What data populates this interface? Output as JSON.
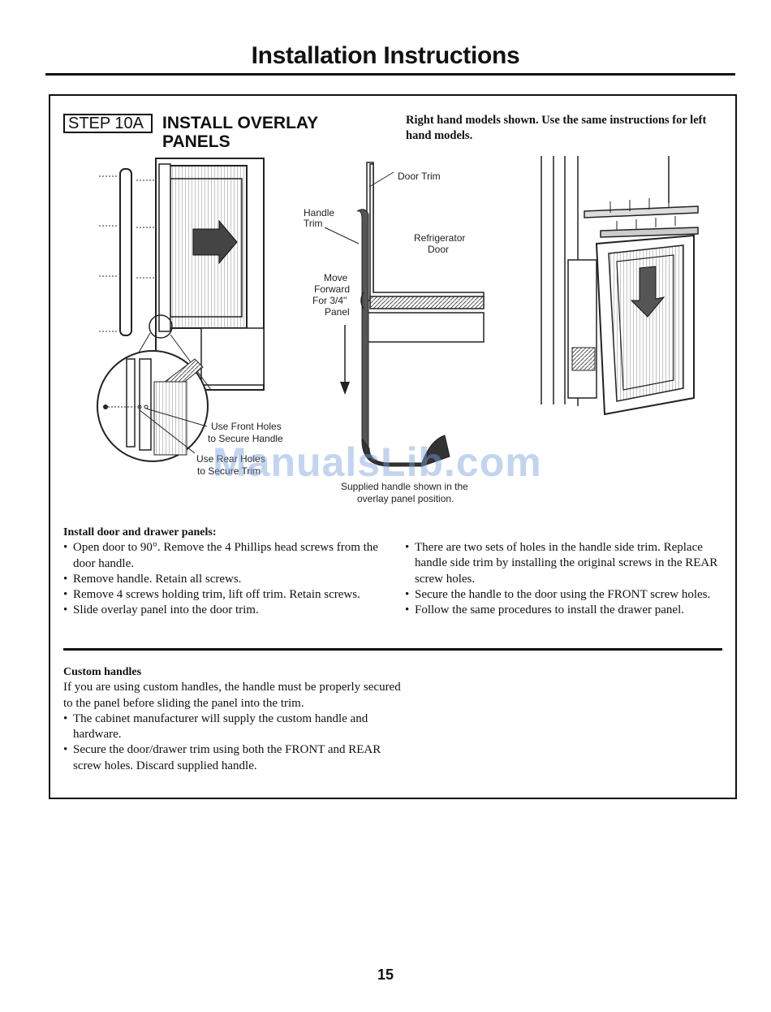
{
  "header": {
    "title": "Installation Instructions"
  },
  "step": {
    "number": "STEP 10A",
    "title_line1": "INSTALL OVERLAY",
    "title_line2": "PANELS"
  },
  "note": "Right hand models shown. Use the same instructions for left hand models.",
  "figure_labels": {
    "door_trim": "Door Trim",
    "handle": "Handle",
    "trim": "Trim",
    "refrigerator": "Refrigerator",
    "door": "Door",
    "move": "Move",
    "forward": "Forward",
    "for_34": "For 3/4\"",
    "panel": "Panel",
    "front_holes_1": "Use Front Holes",
    "front_holes_2": "to Secure Handle",
    "rear_holes_1": "Use Rear Holes",
    "rear_holes_2": "to Secure Trim",
    "supplied_1": "Supplied handle shown in the",
    "supplied_2": "overlay panel position."
  },
  "watermark": "ManualsLib.com",
  "install": {
    "heading": "Install door and drawer panels:",
    "left_items": [
      "Open door to 90°. Remove the 4 Phillips head screws from the door handle.",
      "Remove handle. Retain all screws.",
      "Remove 4 screws holding trim, lift off trim. Retain screws.",
      "Slide overlay panel into the door trim."
    ],
    "right_items": [
      "There are two sets of holes in the handle side trim. Replace handle side trim by installing the original screws in the REAR screw holes.",
      "Secure the handle to the door using the FRONT screw holes.",
      "Follow the same procedures to install the drawer panel."
    ]
  },
  "custom": {
    "heading": "Custom handles",
    "intro": "If you are using custom handles, the handle must be properly secured to the panel before sliding the panel into the trim.",
    "items": [
      "The cabinet manufacturer will supply the custom handle and hardware.",
      "Secure the door/drawer trim using both the FRONT and REAR screw holes. Discard supplied handle."
    ]
  },
  "page_number": "15"
}
